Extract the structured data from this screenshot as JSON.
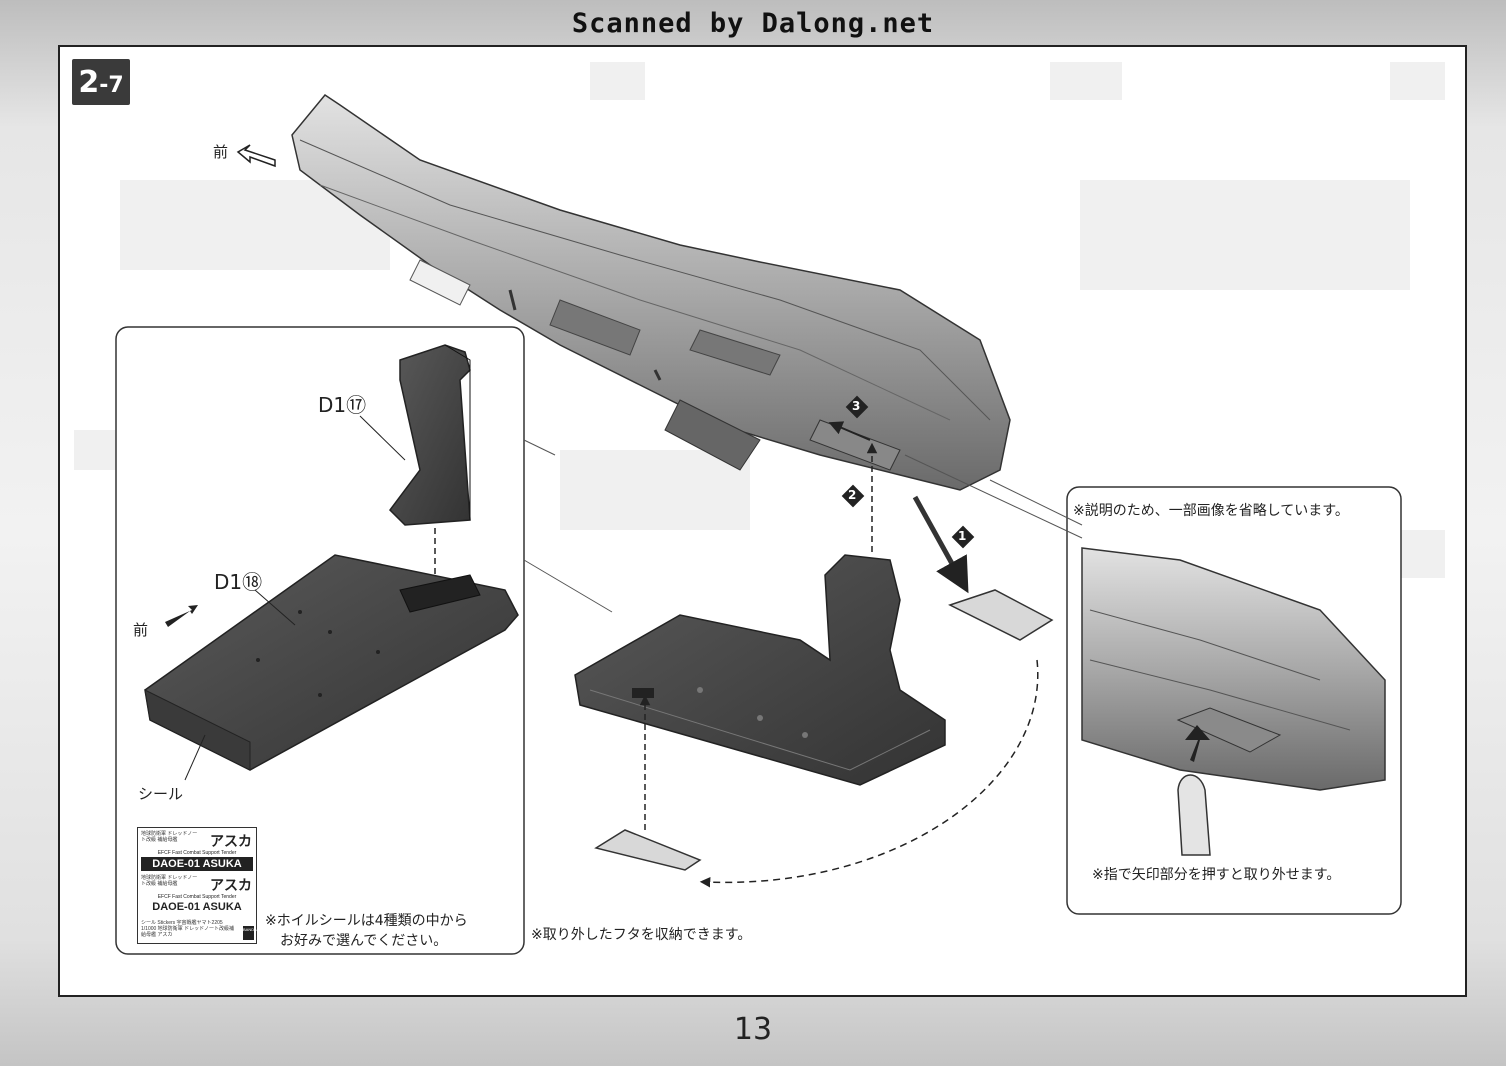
{
  "scan_credit": "Scanned by Dalong.net",
  "step": {
    "major": "2",
    "minor": "-7"
  },
  "labels": {
    "front_top": "前",
    "front_base": "前",
    "part_d1_17": "D1⑰",
    "part_d1_18": "D1⑱",
    "seal": "シール",
    "omit_note": "※説明のため、一部画像を省略しています。",
    "finger_note": "※指で矢印部分を押すと取り外せます。",
    "storage_note": "※取り外したフタを収納できます。",
    "foil_note_line1": "※ホイルシールは4種類の中から",
    "foil_note_line2": "お好みで選んでください。"
  },
  "steps": [
    "1",
    "2",
    "3"
  ],
  "sticker_sheet": {
    "small_text_1": "地球防衛軍 ドレッドノート改級 補給母艦",
    "name_1": "アスカ",
    "sub_1": "EFCF Fast Combat Support Tender",
    "bar_1": "DAOE-01 ASUKA",
    "small_text_2": "地球防衛軍 ドレッドノート改級 補給母艦",
    "name_2": "アスカ",
    "sub_2": "EFCF Fast Combat Support Tender",
    "bar_2": "DAOE-01 ASUKA",
    "footer": "シール Stickers 宇宙戦艦ヤマト2205 1/1000 地球防衛軍 ドレッドノート改級補給母艦 アスカ",
    "logo": "BANDAI"
  },
  "page_number": "13",
  "colors": {
    "part_dark": "#4a4a4a",
    "ship_mid": "#9a9a9a",
    "ship_light": "#d4d4d4",
    "ink": "#222222"
  }
}
